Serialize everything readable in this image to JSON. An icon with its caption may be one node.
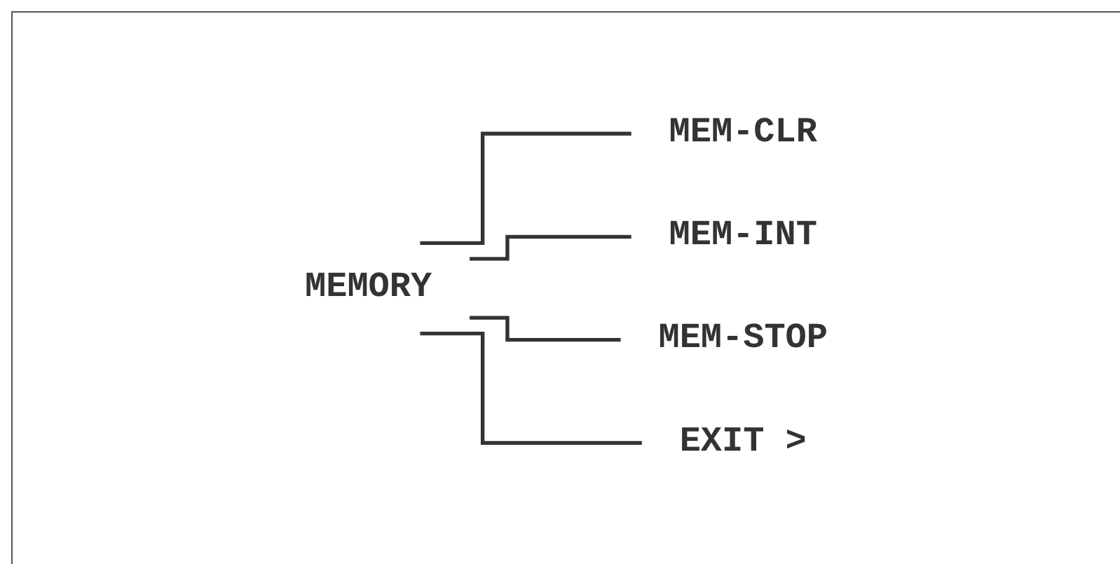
{
  "diagram": {
    "nodes": [
      {
        "text": [
          "MEMORY"
        ]
      },
      {
        "text": [
          "MEM-CLR"
        ]
      },
      {
        "text": [
          "MEM-INT"
        ]
      },
      {
        "text": [
          "MEM-STOP"
        ]
      },
      {
        "text": [
          "EXIT >"
        ]
      }
    ],
    "edges": [
      {
        "from": 0,
        "to": 1,
        "arrow": "none"
      },
      {
        "from": 0,
        "to": 2,
        "arrow": "none"
      },
      {
        "from": 0,
        "to": 3,
        "arrow": "none"
      },
      {
        "from": 0,
        "to": 4,
        "arrow": "none"
      }
    ]
  }
}
